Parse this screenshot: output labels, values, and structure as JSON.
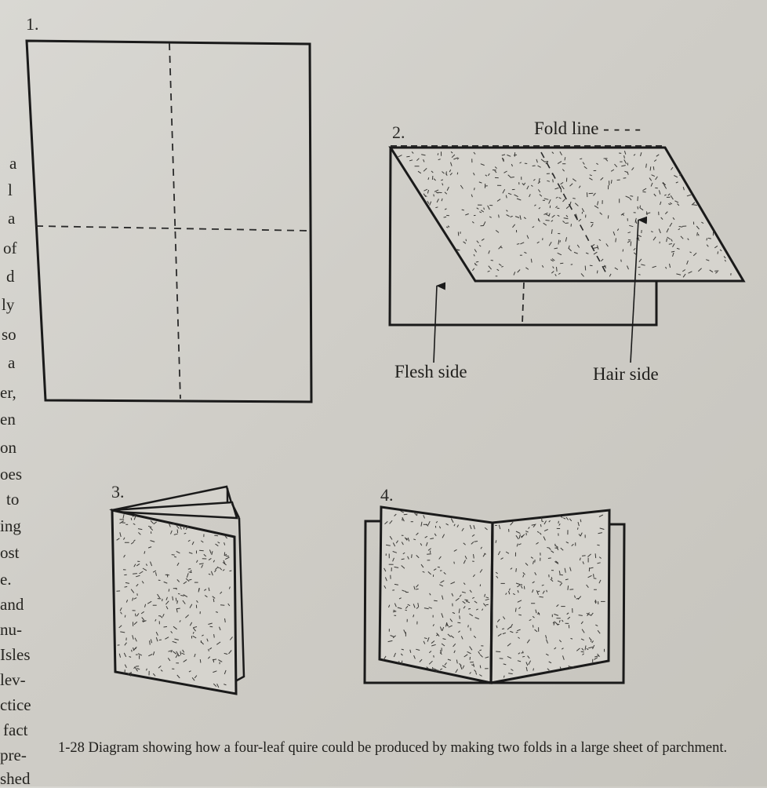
{
  "figure": {
    "steps": [
      {
        "number": "1."
      },
      {
        "number": "2.",
        "fold_line_label": "Fold line - - - -",
        "flesh_label": "Flesh side",
        "hair_label": "Hair side"
      },
      {
        "number": "3."
      },
      {
        "number": "4."
      }
    ],
    "caption": "1-28 Diagram showing how a four-leaf quire could be produced by making two folds in a large sheet of parchment."
  },
  "margin_text": [
    "a",
    "l",
    "a",
    "of",
    "d",
    "ly",
    "so",
    "a",
    "er,",
    "en",
    "on",
    "oes",
    "to",
    "ing",
    "ost",
    "e.",
    "and",
    "nu-",
    "Isles",
    "lev-",
    "ctice",
    "fact",
    "pre-",
    "shed"
  ]
}
